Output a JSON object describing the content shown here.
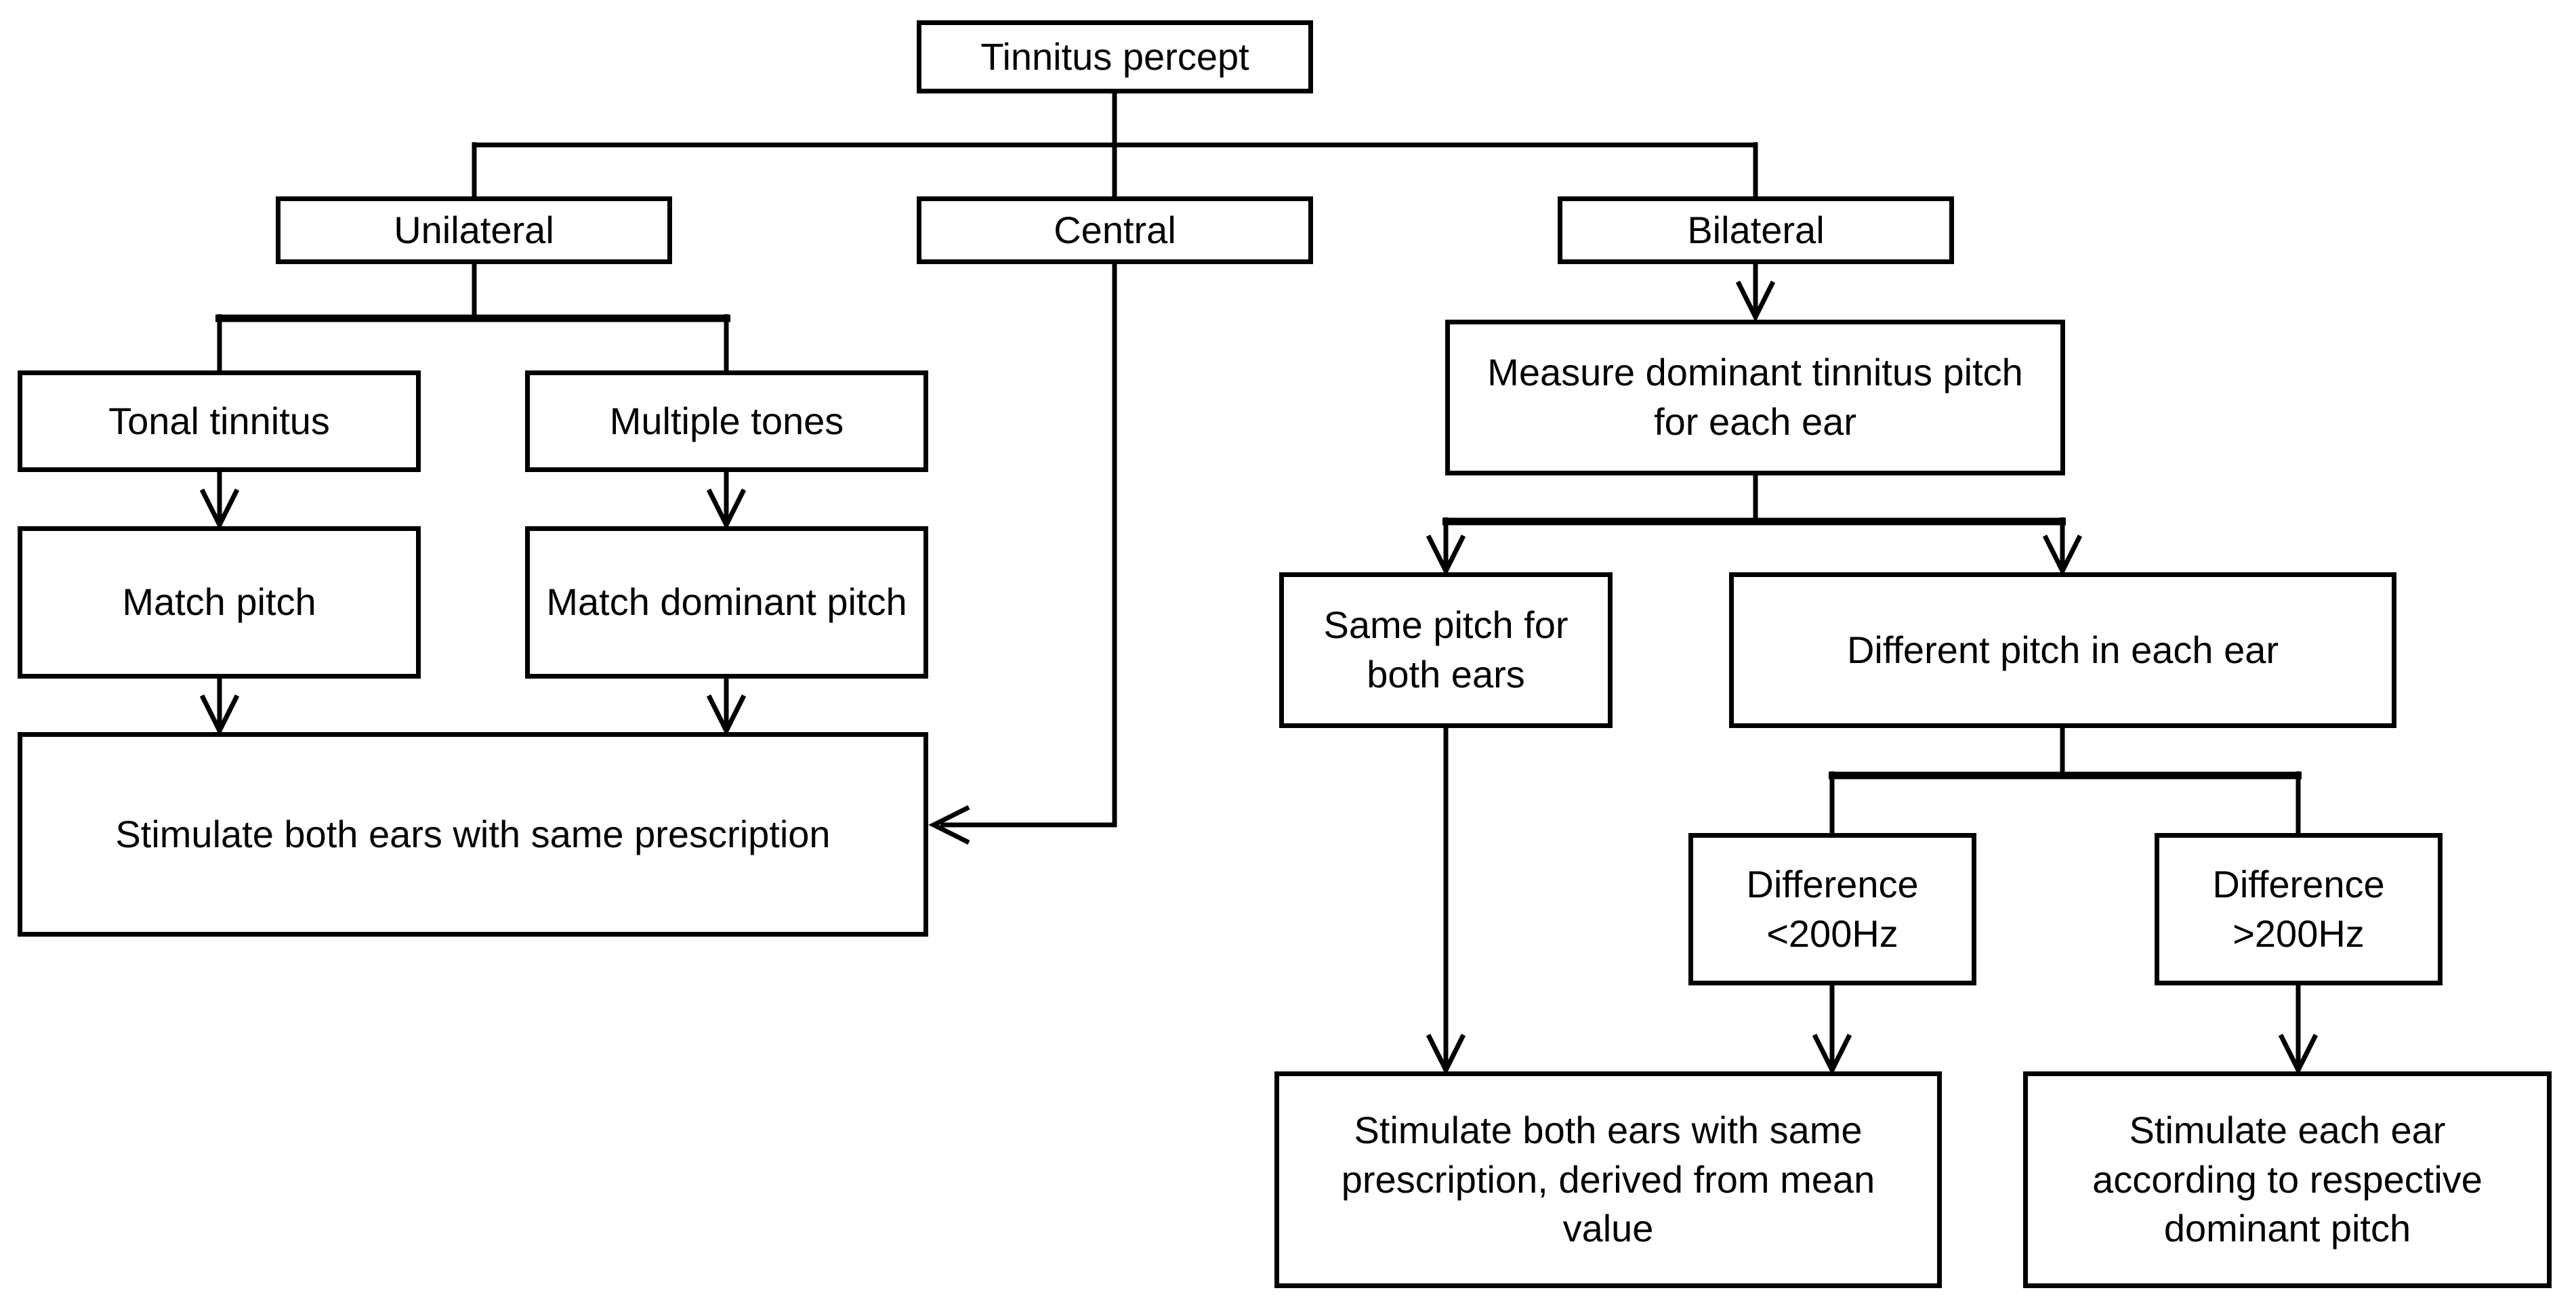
{
  "title": "Tinnitus percept decision flowchart",
  "colors": {
    "background": "#ffffff",
    "line": "#000000",
    "box_fill": "#ffffff",
    "text": "#000000"
  },
  "nodes": {
    "tinnitus_percept": {
      "label": "Tinnitus percept"
    },
    "unilateral": {
      "label": "Unilateral"
    },
    "central": {
      "label": "Central"
    },
    "bilateral": {
      "label": "Bilateral"
    },
    "tonal_tinnitus": {
      "label": "Tonal tinnitus"
    },
    "multiple_tones": {
      "label": "Multiple tones"
    },
    "match_pitch": {
      "label": "Match pitch"
    },
    "match_dominant_pitch": {
      "label": "Match dominant pitch"
    },
    "stimulate_same": {
      "label": "Stimulate both ears with same prescription"
    },
    "measure_dominant": {
      "label": "Measure dominant tinnitus pitch for each ear"
    },
    "same_pitch": {
      "label": "Same pitch for both ears"
    },
    "different_pitch": {
      "label": "Different pitch in each ear"
    },
    "diff_lt_200": {
      "label": "Difference <200Hz"
    },
    "diff_gt_200": {
      "label": "Difference >200Hz"
    },
    "stimulate_mean": {
      "label": "Stimulate both ears with same prescription, derived from mean value"
    },
    "stimulate_each": {
      "label": "Stimulate each ear according to respective dominant pitch"
    }
  },
  "edges": [
    {
      "from": "tinnitus_percept",
      "to": "unilateral",
      "arrowhead": false
    },
    {
      "from": "tinnitus_percept",
      "to": "central",
      "arrowhead": false
    },
    {
      "from": "tinnitus_percept",
      "to": "bilateral",
      "arrowhead": false
    },
    {
      "from": "unilateral",
      "to": "tonal_tinnitus",
      "arrowhead": false
    },
    {
      "from": "unilateral",
      "to": "multiple_tones",
      "arrowhead": false
    },
    {
      "from": "tonal_tinnitus",
      "to": "match_pitch",
      "arrowhead": true
    },
    {
      "from": "multiple_tones",
      "to": "match_dominant_pitch",
      "arrowhead": true
    },
    {
      "from": "match_pitch",
      "to": "stimulate_same",
      "arrowhead": true
    },
    {
      "from": "match_dominant_pitch",
      "to": "stimulate_same",
      "arrowhead": true
    },
    {
      "from": "central",
      "to": "stimulate_same",
      "arrowhead": true
    },
    {
      "from": "bilateral",
      "to": "measure_dominant",
      "arrowhead": true
    },
    {
      "from": "measure_dominant",
      "to": "same_pitch",
      "arrowhead": true
    },
    {
      "from": "measure_dominant",
      "to": "different_pitch",
      "arrowhead": true
    },
    {
      "from": "different_pitch",
      "to": "diff_lt_200",
      "arrowhead": false
    },
    {
      "from": "different_pitch",
      "to": "diff_gt_200",
      "arrowhead": false
    },
    {
      "from": "same_pitch",
      "to": "stimulate_mean",
      "arrowhead": true
    },
    {
      "from": "diff_lt_200",
      "to": "stimulate_mean",
      "arrowhead": true
    },
    {
      "from": "diff_gt_200",
      "to": "stimulate_each",
      "arrowhead": true
    }
  ]
}
